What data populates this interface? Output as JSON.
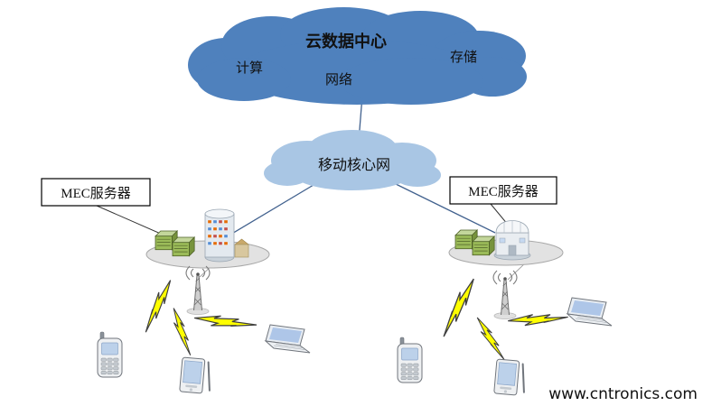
{
  "diagram": {
    "cloud_data_center": {
      "title": "云数据中心",
      "labels": {
        "compute": "计算",
        "network": "网络",
        "storage": "存储"
      }
    },
    "core_network": {
      "label": "移动核心网"
    },
    "mec_servers": {
      "left_label": "MEC服务器",
      "right_label": "MEC服务器"
    },
    "watermark": "www.cntronics.com",
    "colors": {
      "cloud_fill": "#4f81bd",
      "core_cloud_fill": "#a9c6e4",
      "title": "#c00000",
      "bolt": "#ffff00",
      "watermark": "#f7a11a"
    }
  }
}
